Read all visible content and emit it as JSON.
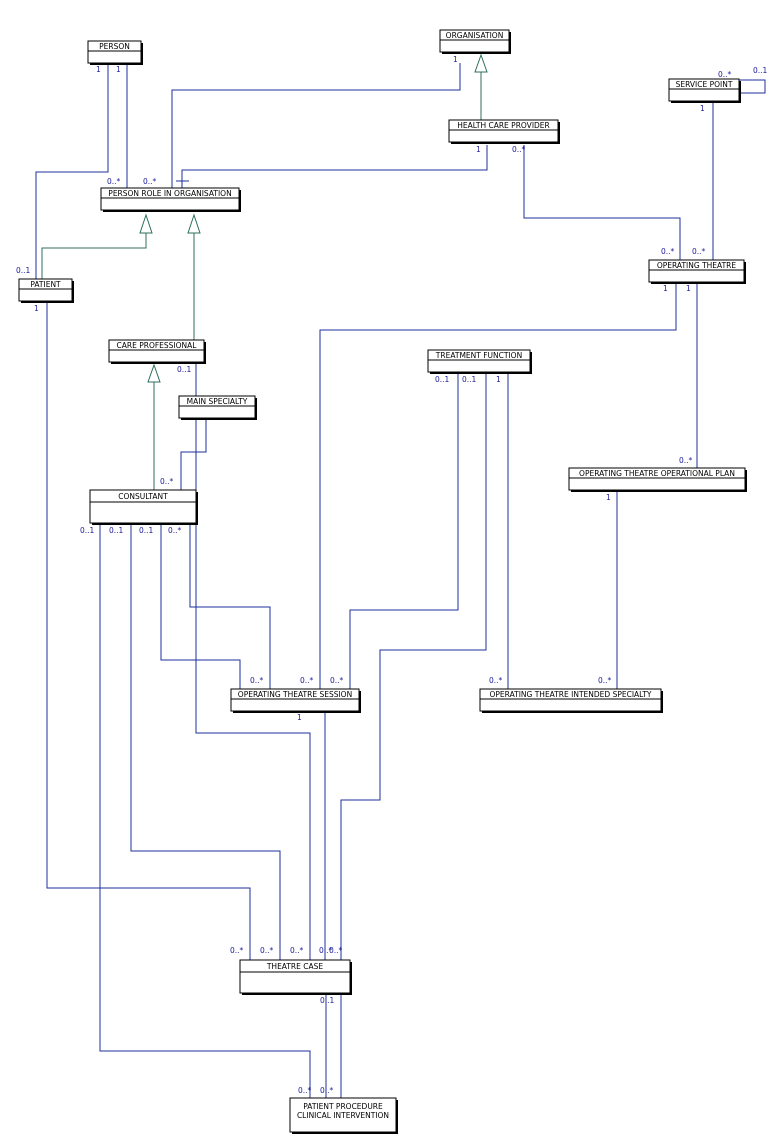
{
  "classes": {
    "person": "PERSON",
    "organisation": "ORGANISATION",
    "service_point": "SERVICE POINT",
    "health_care_provider": "HEALTH CARE PROVIDER",
    "person_role": "PERSON ROLE IN ORGANISATION",
    "operating_theatre": "OPERATING THEATRE",
    "patient": "PATIENT",
    "care_professional": "CARE PROFESSIONAL",
    "treatment_function": "TREATMENT FUNCTION",
    "main_specialty": "MAIN SPECIALTY",
    "consultant": "CONSULTANT",
    "op_plan": "OPERATING THEATRE OPERATIONAL PLAN",
    "op_session": "OPERATING THEATRE SESSION",
    "op_intended_specialty": "OPERATING THEATRE INTENDED SPECIALTY",
    "theatre_case": "THEATRE CASE",
    "patient_procedure_line1": "PATIENT PROCEDURE",
    "patient_procedure_line2": "CLINICAL INTERVENTION"
  },
  "multiplicities": [
    "1",
    "1",
    "1",
    "0..*",
    "0..1",
    "1",
    "1",
    "0..*",
    "0..*",
    "0..*",
    "0..*",
    "0..*",
    "1",
    "1",
    "0..1",
    "1",
    "0..1",
    "0..1",
    "0..1",
    "1",
    "0..*",
    "0..1",
    "0..1",
    "0..1",
    "0..*",
    "0..*",
    "1",
    "0..*",
    "0..*",
    "0..*",
    "0..*",
    "0..*",
    "1",
    "0..*",
    "0..*",
    "0..*",
    "0..*",
    "0..*",
    "0..1",
    "0..*",
    "0..*"
  ]
}
